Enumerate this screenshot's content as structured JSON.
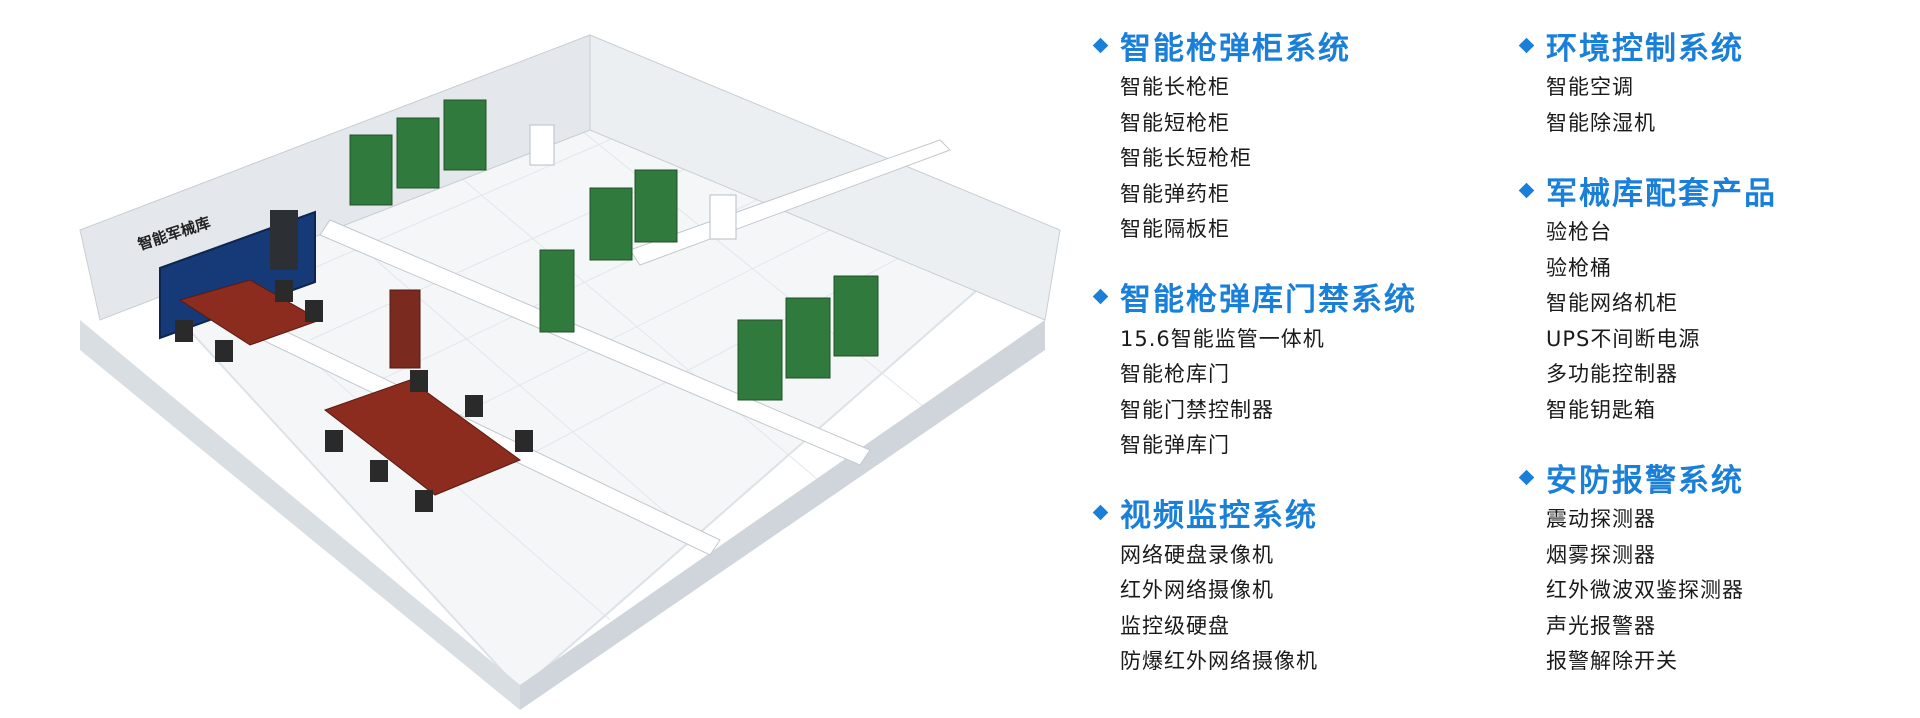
{
  "colors": {
    "accent": "#1a7fd8",
    "cabinet_green": "#2f7a3c",
    "desk_wood": "#8b2c1e"
  },
  "illustration": {
    "sign_text": "智能军械库"
  },
  "sections_left": [
    {
      "title": "智能枪弹柜系统",
      "items": [
        "智能长枪柜",
        "智能短枪柜",
        "智能长短枪柜",
        "智能弹药柜",
        "智能隔板柜"
      ]
    },
    {
      "title": "智能枪弹库门禁系统",
      "items": [
        "15.6智能监管一体机",
        "智能枪库门",
        "智能门禁控制器",
        "智能弹库门"
      ]
    },
    {
      "title": "视频监控系统",
      "items": [
        "网络硬盘录像机",
        "红外网络摄像机",
        "监控级硬盘",
        "防爆红外网络摄像机"
      ]
    }
  ],
  "sections_right": [
    {
      "title": "环境控制系统",
      "items": [
        "智能空调",
        "智能除湿机"
      ]
    },
    {
      "title": "军械库配套产品",
      "items": [
        "验枪台",
        "验枪桶",
        "智能网络机柜",
        "UPS不间断电源",
        "多功能控制器",
        "智能钥匙箱"
      ]
    },
    {
      "title": "安防报警系统",
      "items": [
        "震动探测器",
        "烟雾探测器",
        "红外微波双鉴探测器",
        "声光报警器",
        "报警解除开关"
      ]
    }
  ]
}
